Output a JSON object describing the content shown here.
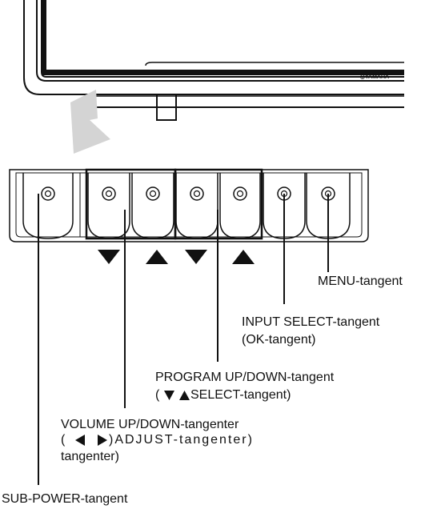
{
  "brand": "YAMAHA",
  "labels": {
    "menu": "MENU-tangent",
    "input_select_1": "INPUT SELECT-tangent",
    "input_select_2": "(OK-tangent)",
    "program_1": "PROGRAM UP/DOWN-tangent",
    "program_2_open": "(",
    "program_2_rest": "SELECT-tangent)",
    "volume_1": "VOLUME UP/DOWN-tangenter",
    "volume_2_open": "(",
    "volume_2_rest": ")ADJUST-tangenter)",
    "volume_3": "tangenter)",
    "sub_power": "SUB-POWER-tangent"
  },
  "colors": {
    "ink": "#111111",
    "arrow": "#d4d4d4"
  }
}
